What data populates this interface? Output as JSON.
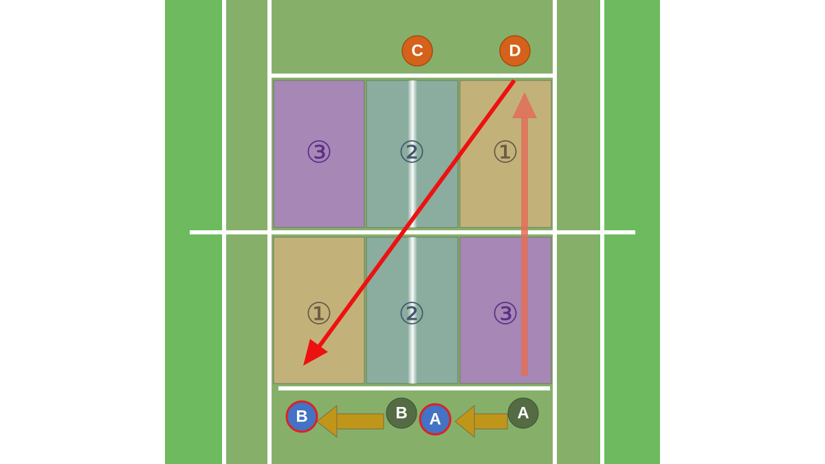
{
  "colors": {
    "outer_grass": "#6dbb5e",
    "court": "#86b06a",
    "line": "#ffffff",
    "zone_1": "#c2b27a",
    "zone_2": "#8aad9f",
    "zone_3": "#a687b5",
    "zone_1_text": "#6b5a44",
    "zone_2_text": "#44586a",
    "zone_3_text": "#5c2f86",
    "opponent": "#d4621a",
    "teammate_dark": "#546b44",
    "teammate_blue": "#4472c4",
    "shot_arrow": "#ee1111",
    "move_arrow": "#e0705a",
    "rotate_arrow": "#c0961a"
  },
  "zones": {
    "far_left": "③",
    "far_center": "②",
    "far_right": "①",
    "near_left": "①",
    "near_center": "②",
    "near_right": "③"
  },
  "players": {
    "c": "C",
    "d": "D",
    "a_start": "A",
    "b_start": "B",
    "a_end": "A",
    "b_end": "B"
  },
  "arrows": {
    "shot": "shot-arrow",
    "forward_move": "move-arrow",
    "rotation": "rotate-arrow"
  }
}
